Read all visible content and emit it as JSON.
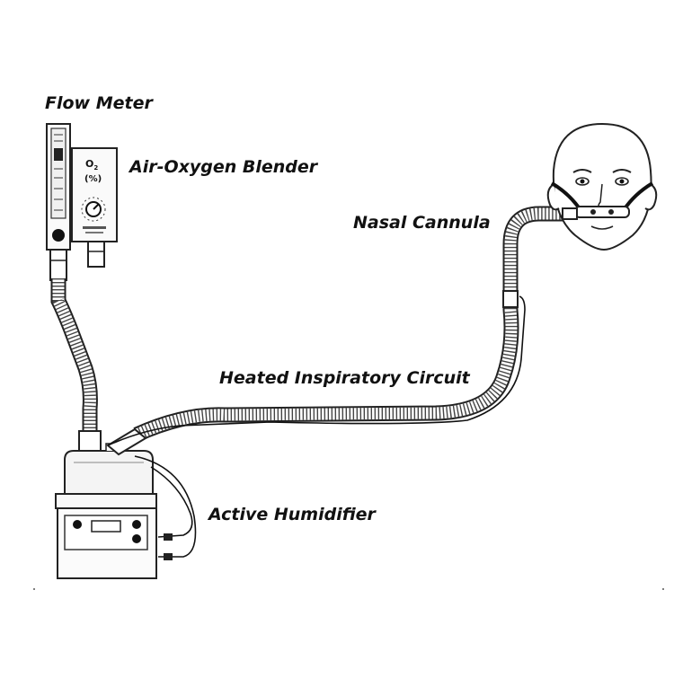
{
  "labels": {
    "flow_meter": "Flow Meter",
    "blender": "Air-Oxygen Blender",
    "cannula": "Nasal Cannula",
    "circuit": "Heated Inspiratory Circuit",
    "humidifier": "Active Humidifier"
  },
  "blender_dial": {
    "o2": "O",
    "o2_sub": "2",
    "pct": "(%)"
  }
}
